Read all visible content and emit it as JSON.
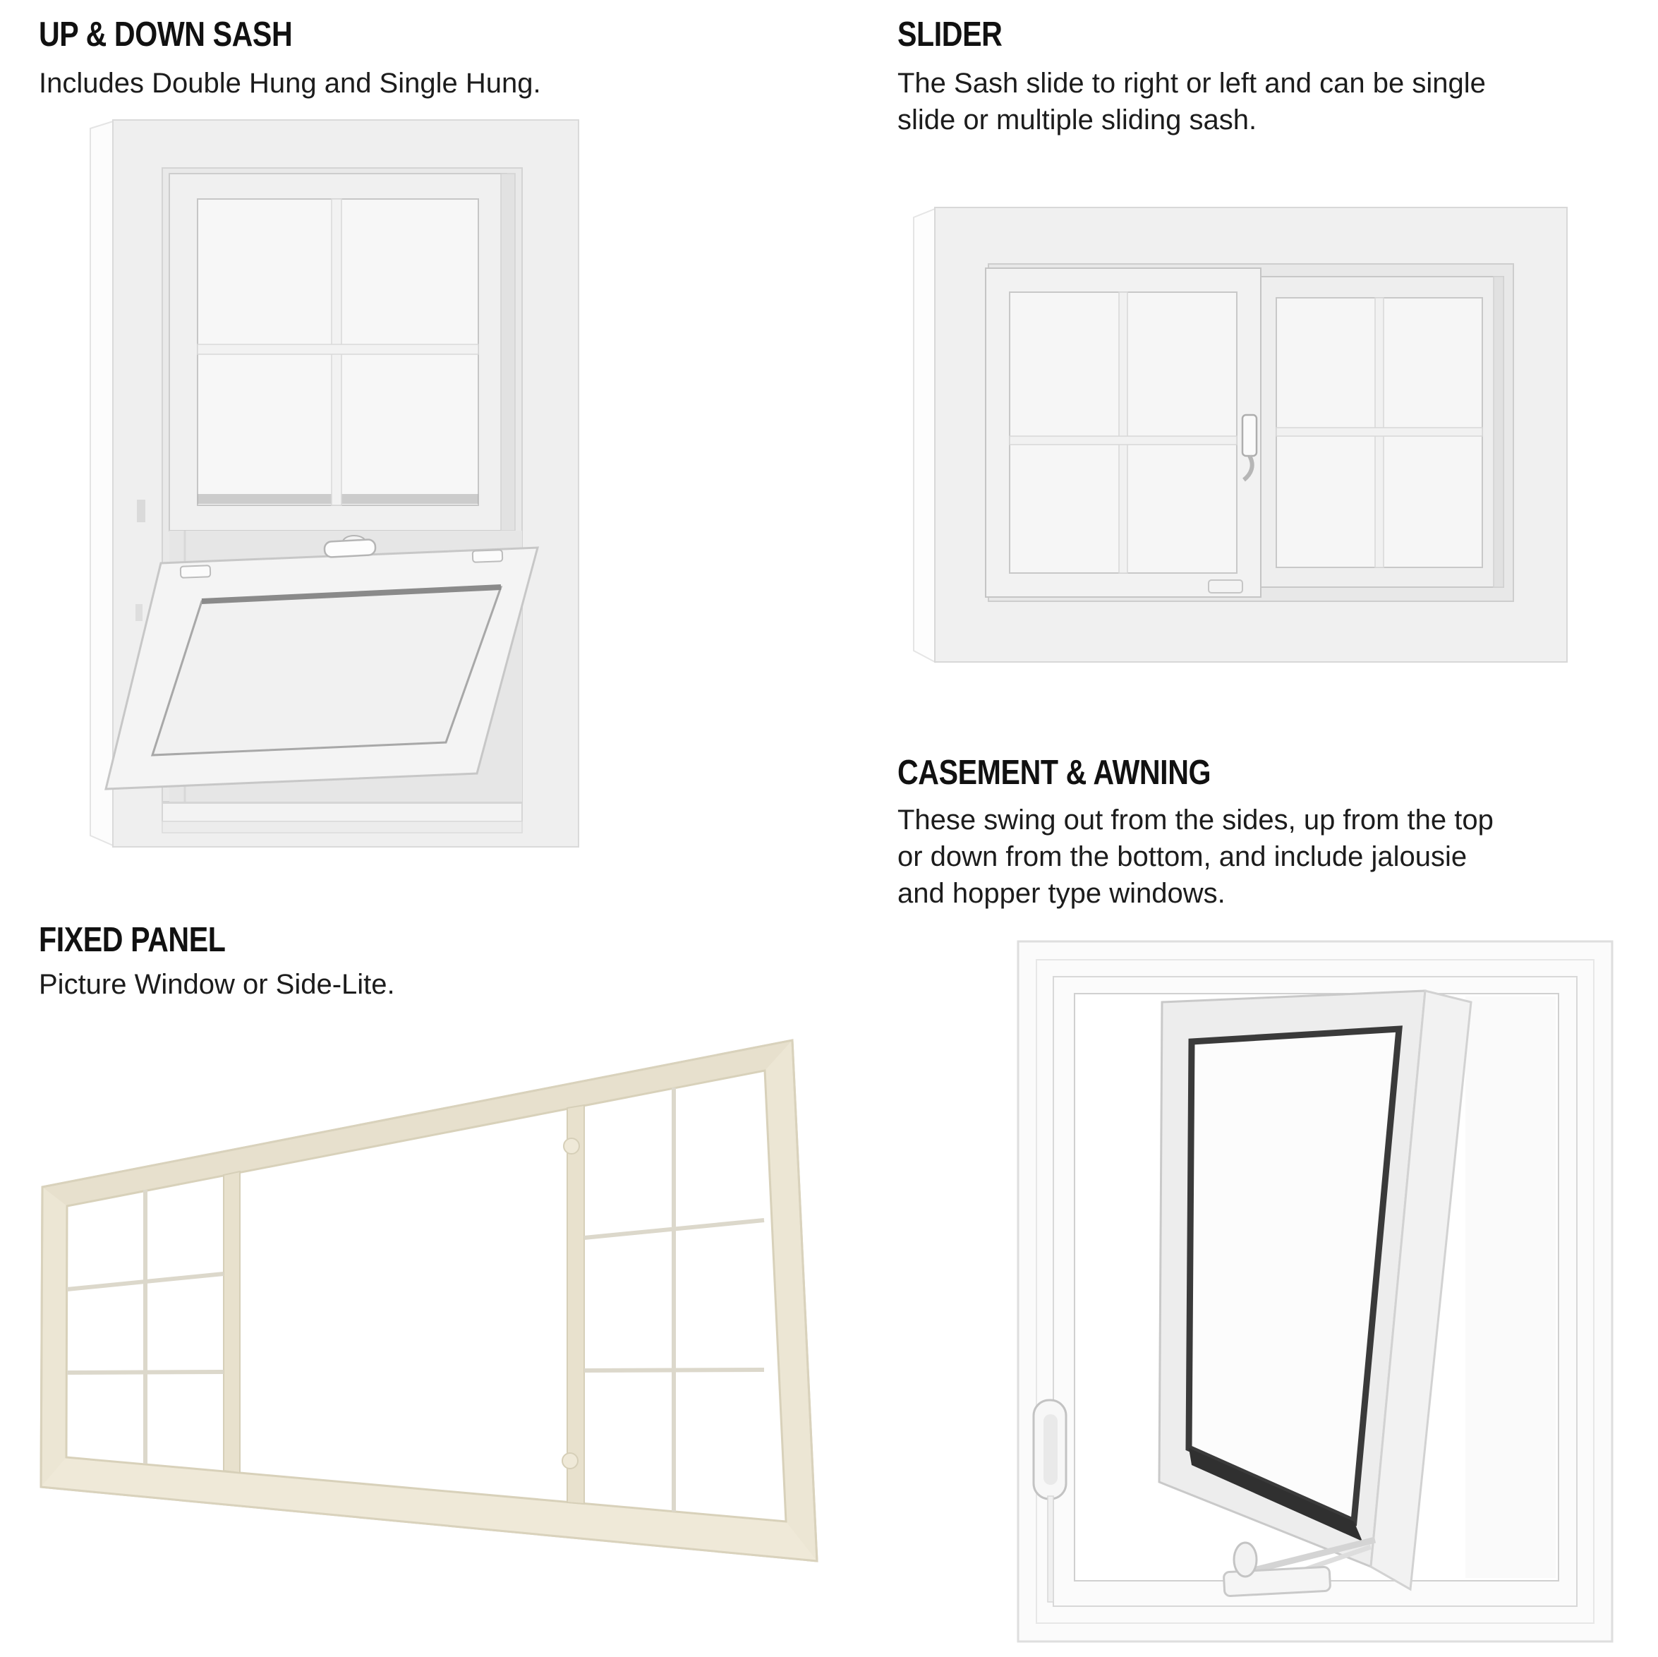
{
  "page": {
    "background": "#ffffff"
  },
  "colors": {
    "heading_text": "#111111",
    "body_text": "#1c1c1c",
    "white_vinyl_frame": "#f0f0f0",
    "frame_outline": "#d8d8d8",
    "glass_tint": "#f6f6f6",
    "cream_frame": "#ece6d4",
    "cream_outline": "#d9d2bc",
    "dark_glazing": "#3a3a3a"
  },
  "sections": {
    "up_down_sash": {
      "title": "UP & DOWN SASH",
      "description": "Includes Double Hung and Single Hung.",
      "image_name": "double-hung-window-with-tilted-bottom-sash"
    },
    "slider": {
      "title": "SLIDER",
      "description": "The Sash slide to right or left and can be single slide or multiple sliding sash.",
      "image_name": "two-sash-sliding-window"
    },
    "fixed_panel": {
      "title": "FIXED PANEL",
      "description": "Picture Window or Side-Lite.",
      "image_name": "cream-picture-window-with-side-lites"
    },
    "casement_awning": {
      "title": "CASEMENT & AWNING",
      "description": "These swing out from the sides, up from the top or down from the bottom, and include jalousie and hopper type windows.",
      "image_name": "open-casement-window-with-crank-handle"
    }
  }
}
